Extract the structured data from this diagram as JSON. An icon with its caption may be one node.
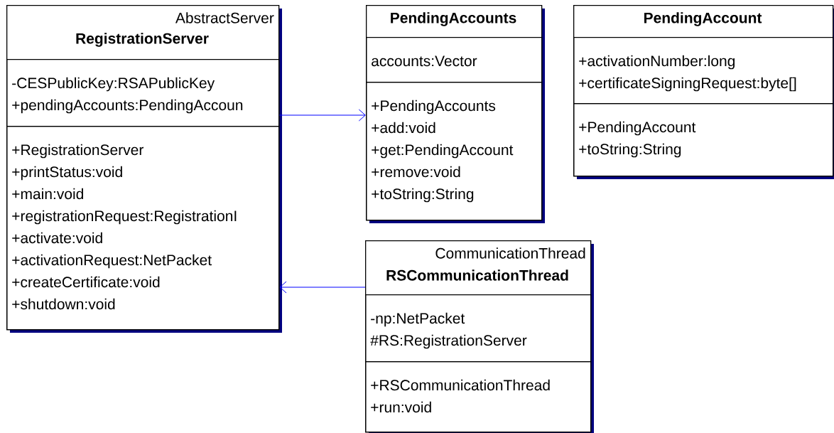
{
  "diagram": {
    "nodes": [
      {
        "text": [
          "AbstractServer",
          "RegistrationServer"
        ]
      },
      {
        "text": [
          "-CESPublicKey:RSAPublicKey",
          "+pendingAccounts:PendingAccoun"
        ],
        "in": 0
      },
      {
        "text": [
          "+RegistrationServer",
          "+printStatus:void",
          "+main:void",
          "+registrationRequest:RegistrationI",
          "+activate:void",
          "+activationRequest:NetPacket",
          "+createCertificate:void",
          "+shutdown:void"
        ],
        "in": 0
      },
      {
        "text": [
          "PendingAccounts"
        ]
      },
      {
        "text": [
          "accounts:Vector"
        ],
        "in": 3
      },
      {
        "text": [
          "+PendingAccounts",
          "+add:void",
          "+get:PendingAccount",
          "+remove:void",
          "+toString:String"
        ],
        "in": 3
      },
      {
        "text": [
          "PendingAccount"
        ]
      },
      {
        "text": [
          "+activationNumber:long",
          "+certificateSigningRequest:byte[]"
        ],
        "in": 6
      },
      {
        "text": [
          "+PendingAccount",
          "+toString:String"
        ],
        "in": 6
      },
      {
        "text": [
          "CommunicationThread",
          "RSCommunicationThread"
        ]
      },
      {
        "text": [
          "-np:NetPacket",
          "#RS:RegistrationServer"
        ],
        "in": 9
      },
      {
        "text": [
          "+RSCommunicationThread",
          "+run:void"
        ],
        "in": 9
      }
    ],
    "edges": [
      {
        "from": 0,
        "to": 3,
        "arrow": "to",
        "color": "#0000ff"
      },
      {
        "from": 9,
        "to": 0,
        "arrow": "to",
        "color": "#0000ff"
      }
    ]
  }
}
